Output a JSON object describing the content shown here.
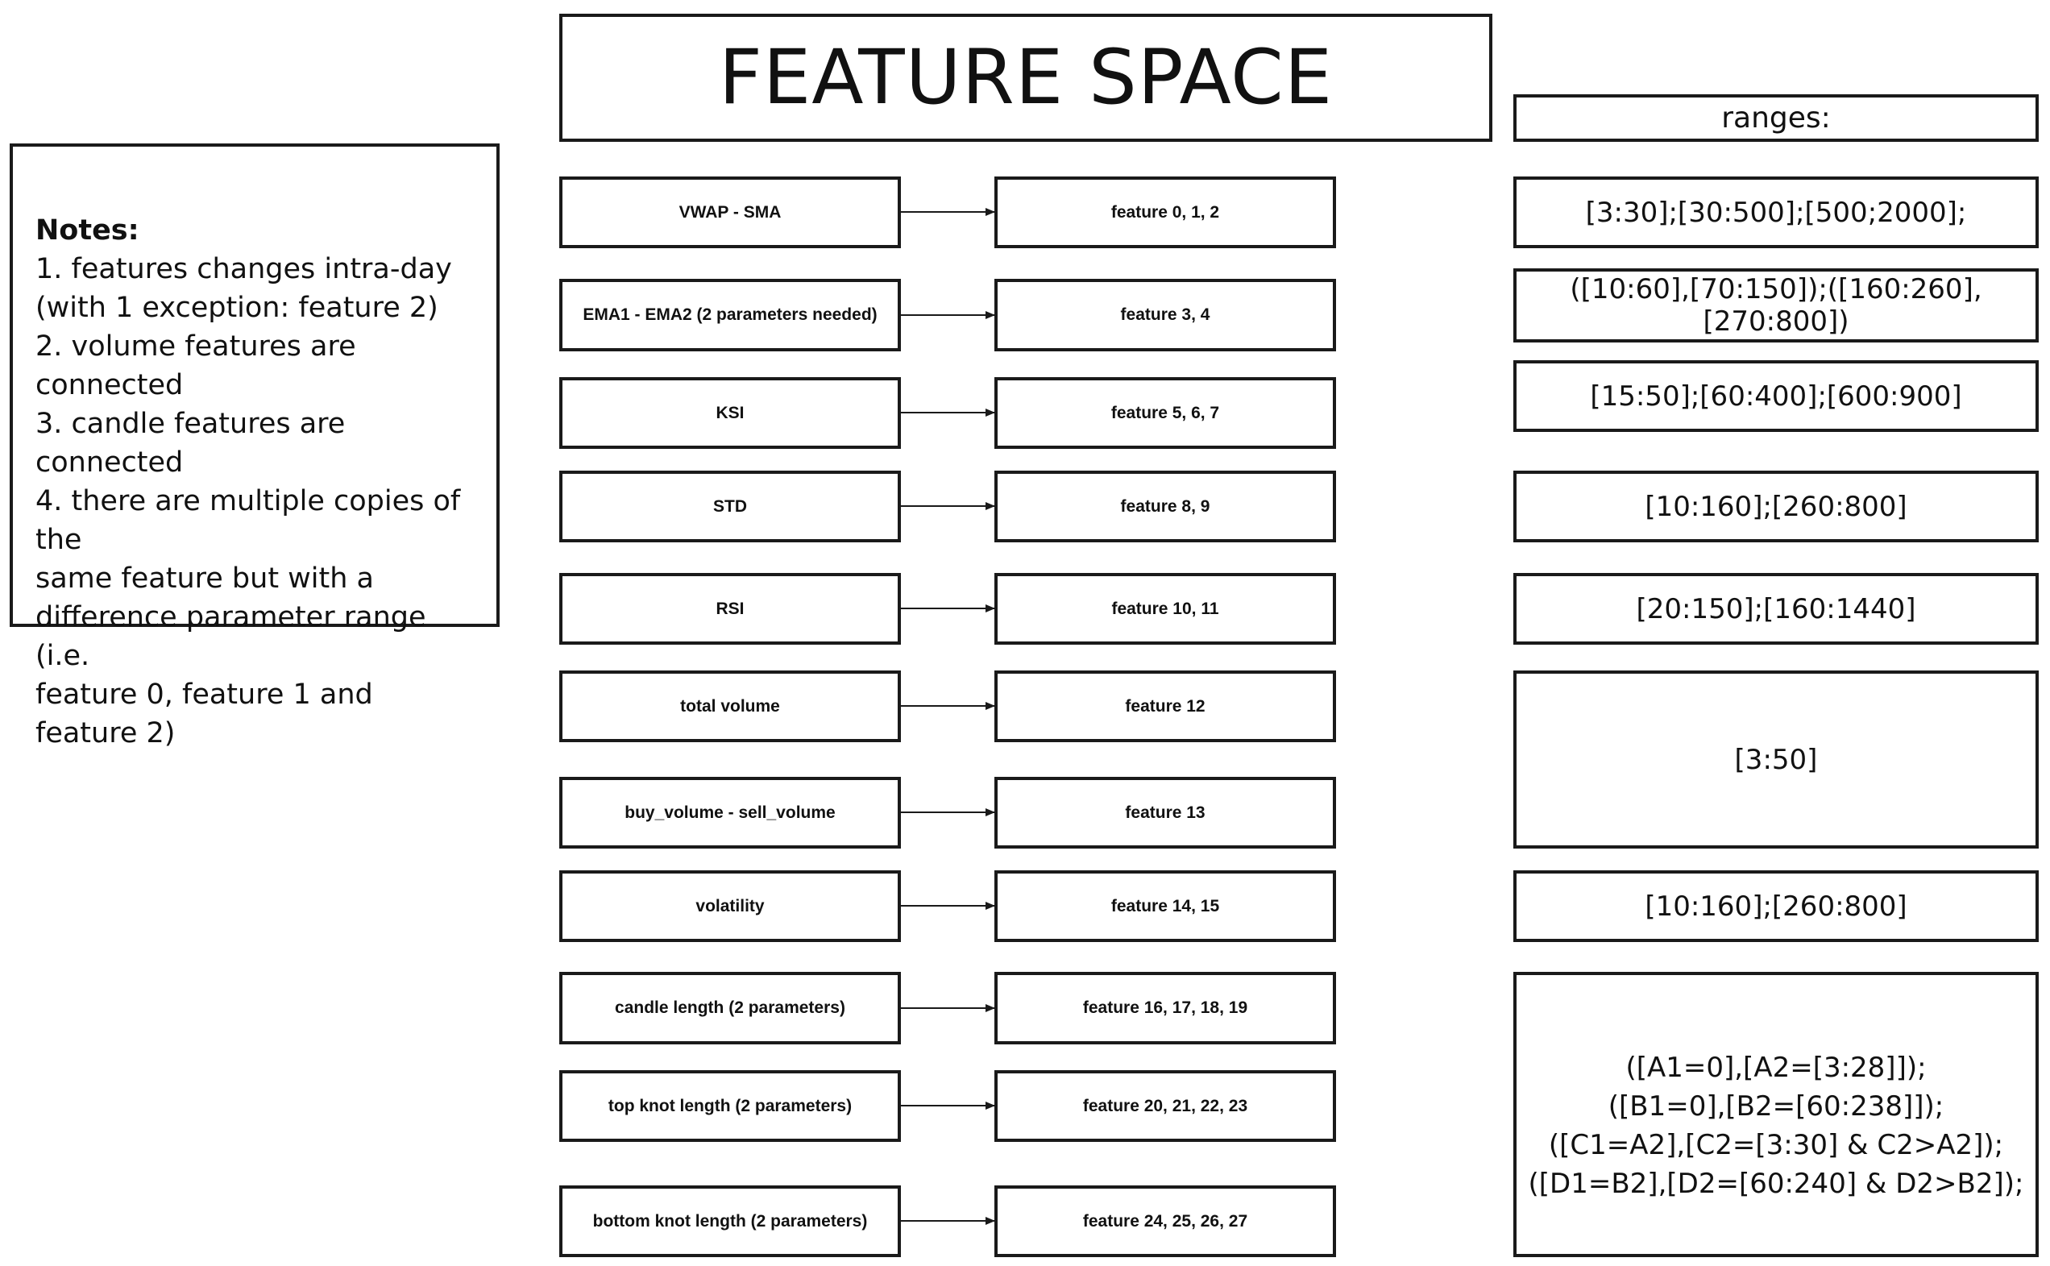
{
  "title": "FEATURE SPACE",
  "notes": {
    "heading": "Notes:",
    "lines": [
      "1. features changes intra-day",
      "(with 1 exception: feature 2)",
      "2. volume features are connected",
      "3. candle features are connected",
      "4. there are multiple copies of the",
      "same feature but with a",
      "difference parameter range (i.e.",
      "feature 0, feature 1 and feature 2)"
    ]
  },
  "rows": [
    {
      "indicator": "VWAP - SMA",
      "features": "feature 0, 1, 2"
    },
    {
      "indicator": "EMA1 - EMA2 (2 parameters needed)",
      "features": "feature 3, 4"
    },
    {
      "indicator": "KSI",
      "features": "feature 5, 6, 7"
    },
    {
      "indicator": "STD",
      "features": "feature 8, 9"
    },
    {
      "indicator": "RSI",
      "features": "feature 10, 11"
    },
    {
      "indicator": "total volume",
      "features": "feature 12"
    },
    {
      "indicator": "buy_volume - sell_volume",
      "features": "feature 13"
    },
    {
      "indicator": "volatility",
      "features": "feature 14, 15"
    },
    {
      "indicator": "candle length (2 parameters)",
      "features": "feature 16, 17, 18, 19"
    },
    {
      "indicator": "top knot length  (2 parameters)",
      "features": "feature 20, 21, 22, 23"
    },
    {
      "indicator": "bottom knot length  (2 parameters)",
      "features": "feature 24, 25, 26, 27"
    }
  ],
  "ranges": {
    "heading": "ranges:",
    "items": [
      "[3:30];[30:500];[500;2000];",
      "([10:60],[70:150]);([160:260],[270:800])",
      "[15:50];[60:400];[600:900]",
      "[10:160];[260:800]",
      "[20:150];[160:1440]",
      "[3:50]",
      "[10:160];[260:800]"
    ],
    "candle_lines": [
      "([A1=0],[A2=[3:28]]);",
      "([B1=0],[B2=[60:238]]);",
      "([C1=A2],[C2=[3:30] & C2>A2]);",
      "([D1=B2],[D2=[60:240] & D2>B2]);"
    ]
  }
}
